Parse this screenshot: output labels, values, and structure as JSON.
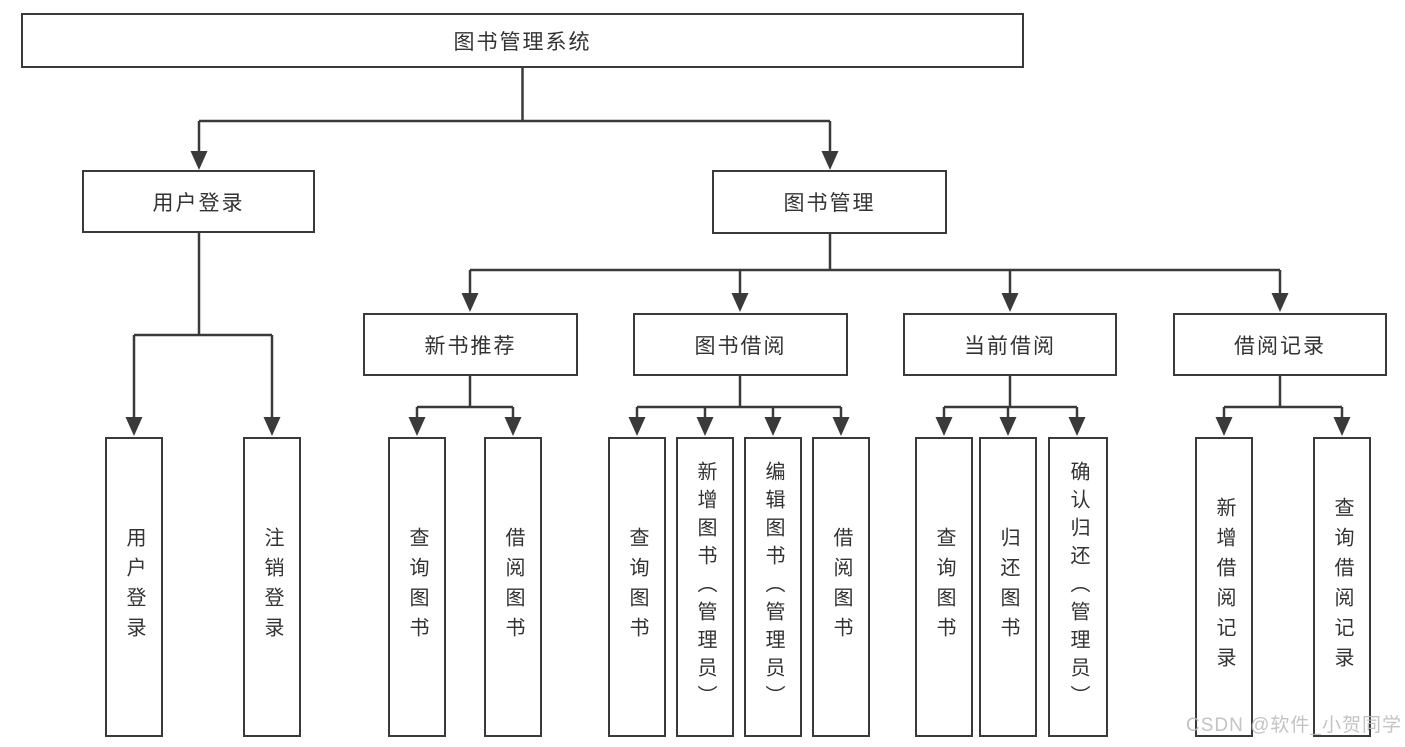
{
  "diagram": {
    "type": "hierarchy-tree",
    "root": {
      "label": "图书管理系统"
    },
    "level1": {
      "user_login": {
        "label": "用户登录"
      },
      "book_mgmt": {
        "label": "图书管理"
      }
    },
    "level2": {
      "new_book": {
        "label": "新书推荐"
      },
      "book_borrow": {
        "label": "图书借阅"
      },
      "current_borrow": {
        "label": "当前借阅"
      },
      "borrow_records": {
        "label": "借阅记录"
      }
    },
    "leaves": {
      "user_login": [
        "用户登录",
        "注销登录"
      ],
      "new_book": [
        "查询图书",
        "借阅图书"
      ],
      "book_borrow": [
        "查询图书",
        "新增图书（管理员）",
        "编辑图书（管理员）",
        "借阅图书"
      ],
      "current_borrow": [
        "查询图书",
        "归还图书",
        "确认归还（管理员）"
      ],
      "borrow_records": [
        "新增借阅记录",
        "查询借阅记录"
      ]
    },
    "watermark": "CSDN @软件_小贺同学",
    "colors": {
      "line": "#3a3a3a",
      "text": "#333333",
      "watermark": "#b9b9b9",
      "background": "#ffffff"
    }
  }
}
